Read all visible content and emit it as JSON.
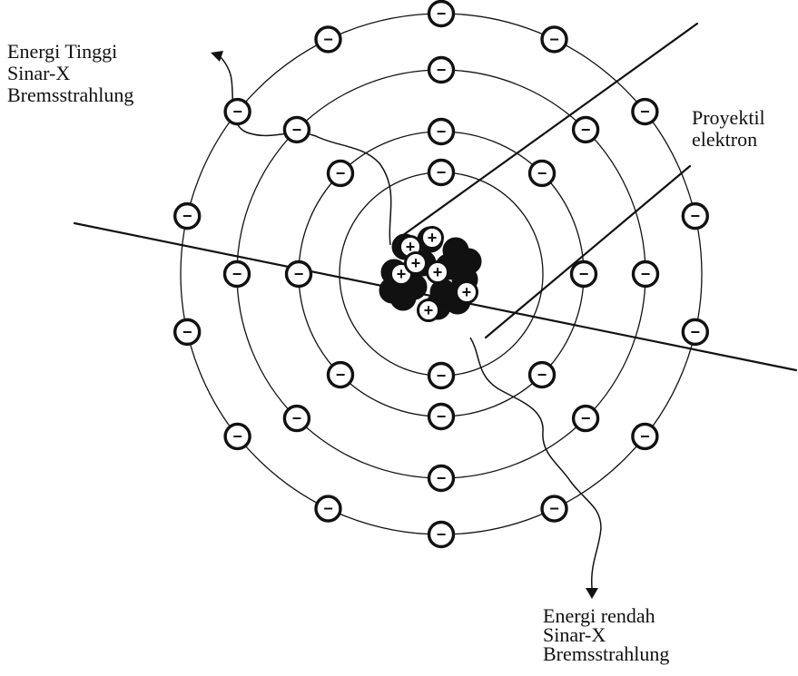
{
  "labels": {
    "high_energy": {
      "line1": "Energi Tinggi",
      "line2": "Sinar-X",
      "line3": "Bremsstrahlung"
    },
    "projectile": {
      "line1": "Proyektil",
      "line2": "elektron"
    },
    "low_energy": {
      "line1": "Energi rendah",
      "line2": "Sinar-X",
      "line3": "Bremsstrahlung"
    }
  },
  "symbols": {
    "electron": "−",
    "proton": "+"
  },
  "atom": {
    "shell_count": 4,
    "electrons_per_shell": [
      2,
      8,
      8,
      14
    ],
    "nucleus_protons": 7,
    "nucleus_neutrons": 7
  },
  "colors": {
    "line": "#111111",
    "background": "#ffffff",
    "neutron": "#111111",
    "proton_fill": "#ffffff"
  }
}
